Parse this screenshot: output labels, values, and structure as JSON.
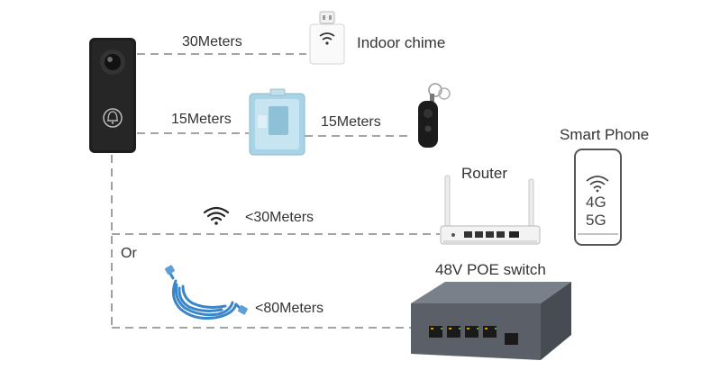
{
  "connections": {
    "chime_distance": "30Meters",
    "relay_distance": "15Meters",
    "remote_distance": "15Meters",
    "wifi_distance": "<30Meters",
    "cable_distance": "<80Meters",
    "or_label": "Or"
  },
  "devices": {
    "chime": "Indoor chime",
    "router": "Router",
    "phone": "Smart Phone",
    "phone_net_1": "4G",
    "phone_net_2": "5G",
    "poe_switch": "48V POE switch"
  },
  "icons": {
    "doorbell": "doorbell-icon",
    "bell": "bell-icon",
    "chime": "chime-icon",
    "relay": "relay-module-icon",
    "remote": "key-fob-remote-icon",
    "router": "router-icon",
    "phone": "smartphone-icon",
    "wifi": "wifi-icon",
    "cable": "ethernet-cable-icon",
    "switch": "poe-switch-icon"
  },
  "colors": {
    "line": "#6d6d6d",
    "device_dark": "#1e1e1e",
    "cable_blue": "#3b86c9",
    "switch_gray": "#5b6068",
    "relay_blue": "#a9d3e6"
  }
}
